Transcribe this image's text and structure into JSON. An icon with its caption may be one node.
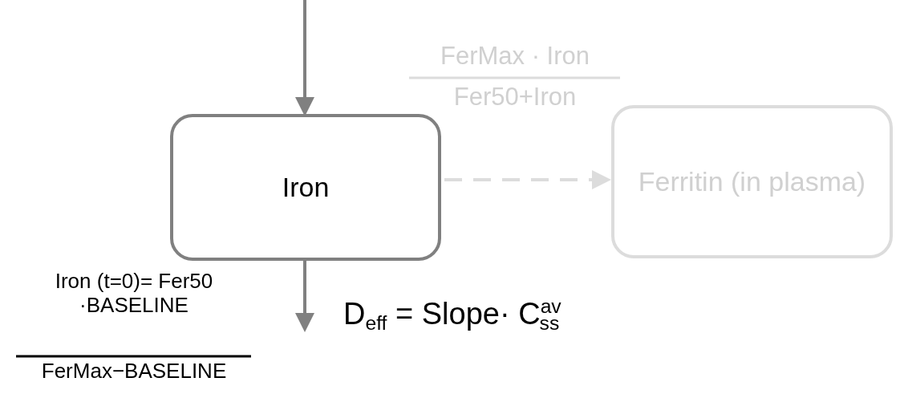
{
  "diagram": {
    "nodes": [
      {
        "text": [
          "Iron"
        ]
      },
      {
        "text": [
          "Ferritin (in plasma)"
        ]
      }
    ],
    "edges": [
      {
        "from": null,
        "to": 0,
        "arrow": "to"
      },
      {
        "from": 0,
        "to": 1,
        "arrow": "to",
        "style": "dashed",
        "color": "#dcdcdc"
      },
      {
        "from": 0,
        "to": null,
        "arrow": "to",
        "label": "D$_{eff}$ = Slope· C$^{av}$$_{ss}$"
      }
    ],
    "labels": [
      "FerMax · Iron",
      "Fer50+Iron",
      "Iron (t=0)= Fer50 ·BASELINE",
      "FerMax−BASELINE"
    ]
  }
}
